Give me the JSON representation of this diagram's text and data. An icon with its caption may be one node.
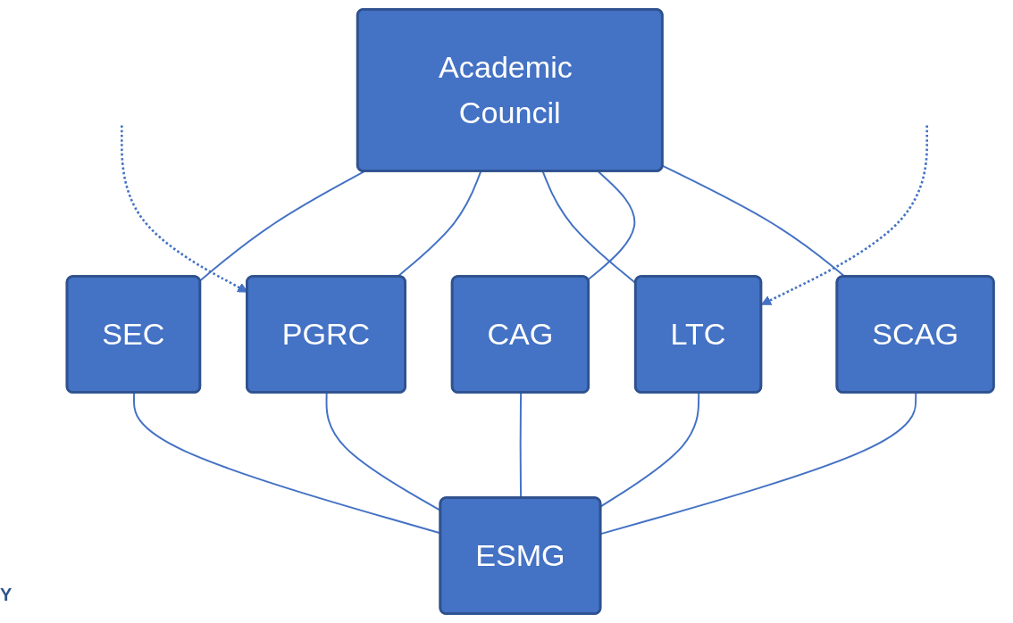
{
  "diagram": {
    "nodes": [
      {
        "text": [
          "Academic Council"
        ]
      },
      {
        "text": [
          "SEC"
        ]
      },
      {
        "text": [
          "PGRC"
        ]
      },
      {
        "text": [
          "LTC"
        ]
      },
      {
        "text": [
          "CAG"
        ]
      },
      {
        "text": [
          "SCAG"
        ]
      },
      {
        "text": [
          "ESMG"
        ]
      }
    ],
    "edges": [
      {
        "from": 0,
        "to": 1,
        "arrow": "none"
      },
      {
        "from": 0,
        "to": 2,
        "arrow": "none"
      },
      {
        "from": 0,
        "to": 3,
        "arrow": "none"
      },
      {
        "from": 0,
        "to": 4,
        "arrow": "none"
      },
      {
        "from": 0,
        "to": 5,
        "arrow": "none"
      },
      {
        "from": 1,
        "to": 6,
        "arrow": "none"
      },
      {
        "from": 2,
        "to": 6,
        "arrow": "none"
      },
      {
        "from": 3,
        "to": 6,
        "arrow": "none"
      },
      {
        "from": 4,
        "to": 6,
        "arrow": "none"
      },
      {
        "from": 5,
        "to": 6,
        "arrow": "none"
      },
      {
        "from": null,
        "to": 2,
        "arrow": "to",
        "style": "dashed"
      },
      {
        "from": null,
        "to": 3,
        "arrow": "to",
        "style": "dashed"
      }
    ],
    "labels": [
      "Y"
    ]
  }
}
